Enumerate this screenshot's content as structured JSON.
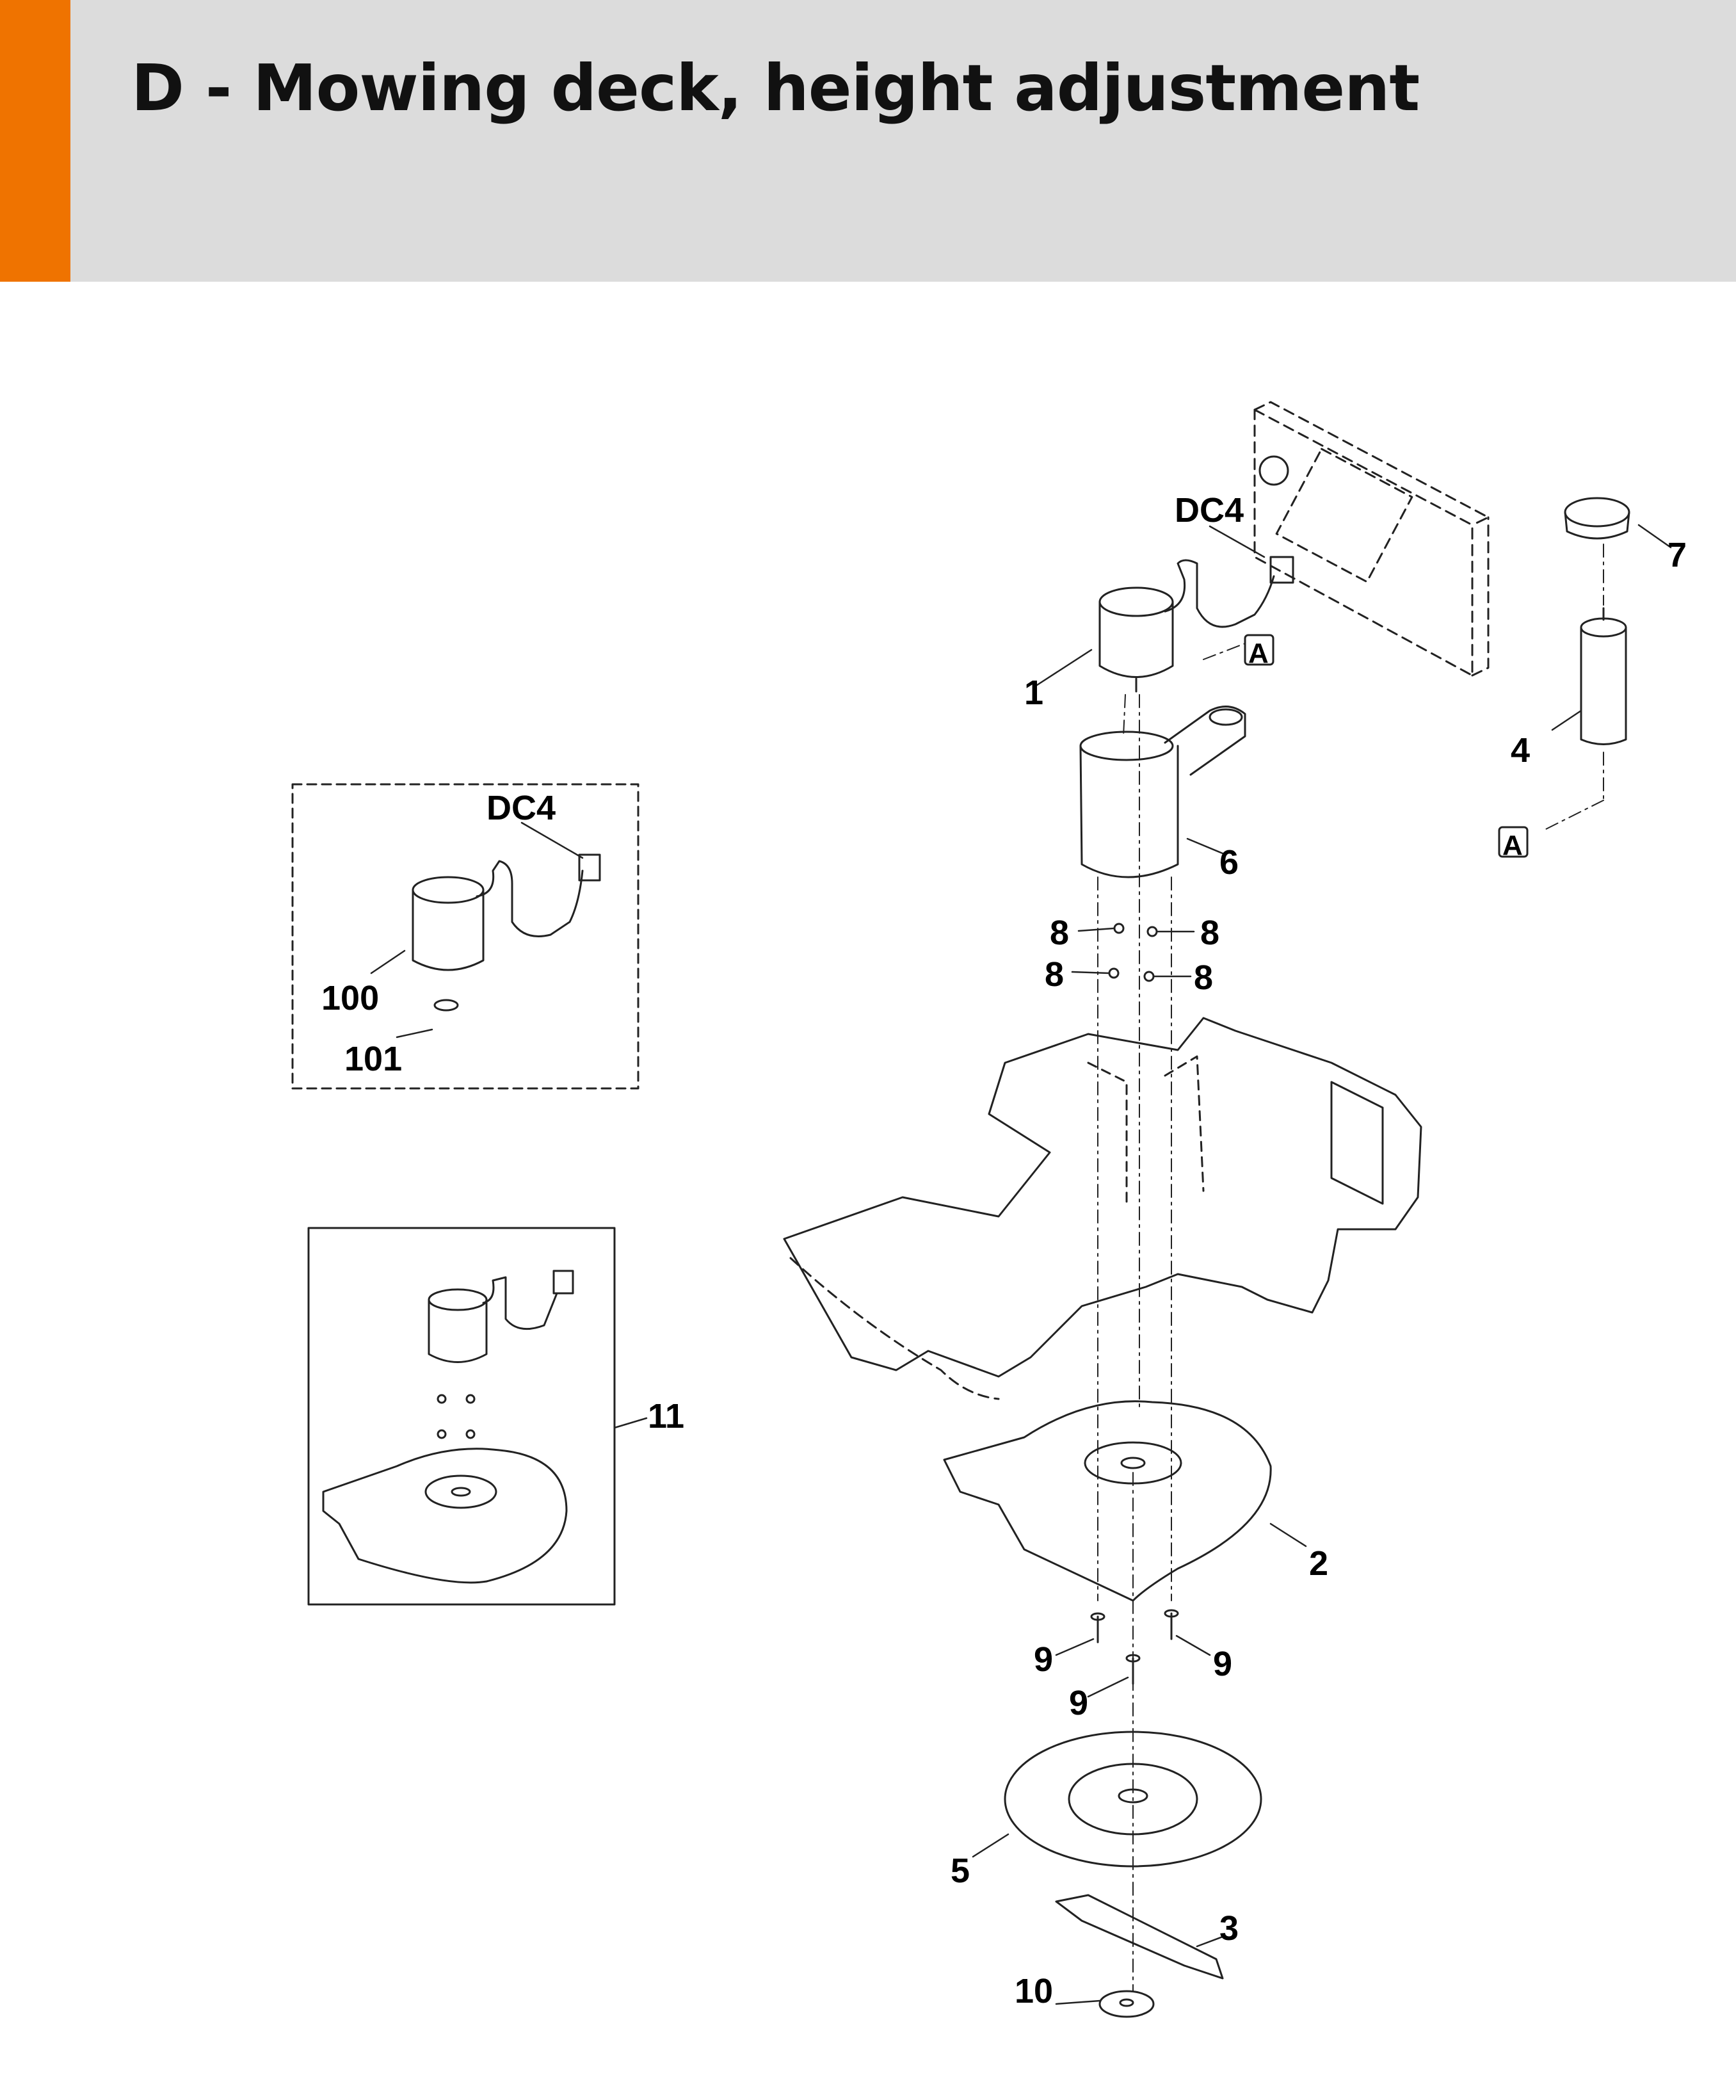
{
  "header": {
    "title": "D - Mowing deck, height adjustment",
    "accent_color": "#ef7300",
    "background_color": "#dcdcdc"
  },
  "diagram": {
    "callouts": [
      "1",
      "2",
      "3",
      "4",
      "5",
      "6",
      "7",
      "8",
      "9",
      "10",
      "11",
      "100",
      "101"
    ],
    "connector_label": "DC4",
    "reference_marker": "A"
  }
}
